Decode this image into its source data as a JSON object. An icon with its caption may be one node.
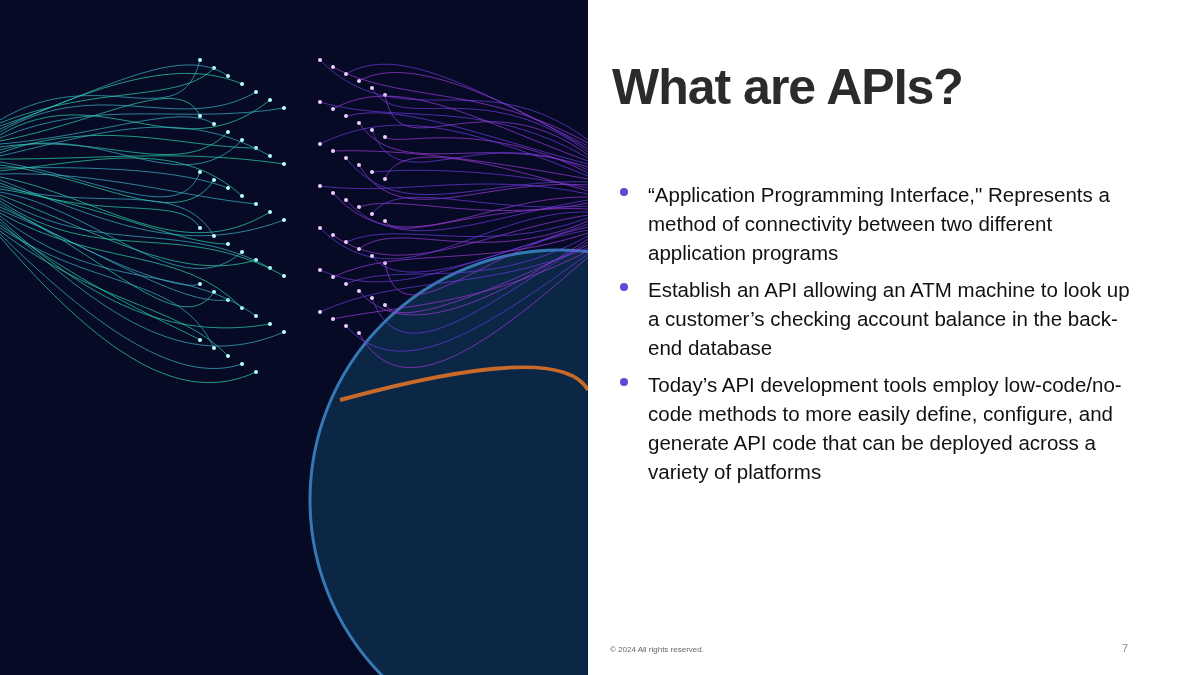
{
  "diagram": {
    "title": "What are APIs?",
    "labels": [
      "“Application Programming Interface,\" Represents a method of connectivity between two different application programs",
      "Establish an API allowing an ATM machine to look up a customer’s checking account balance in the back-end database",
      "Today’s API development tools employ low-code/no-code methods to more easily define, configure, and generate API code that can be deployed across a variety of platforms",
      "© 2024 All rights reserved.",
      "7"
    ]
  }
}
